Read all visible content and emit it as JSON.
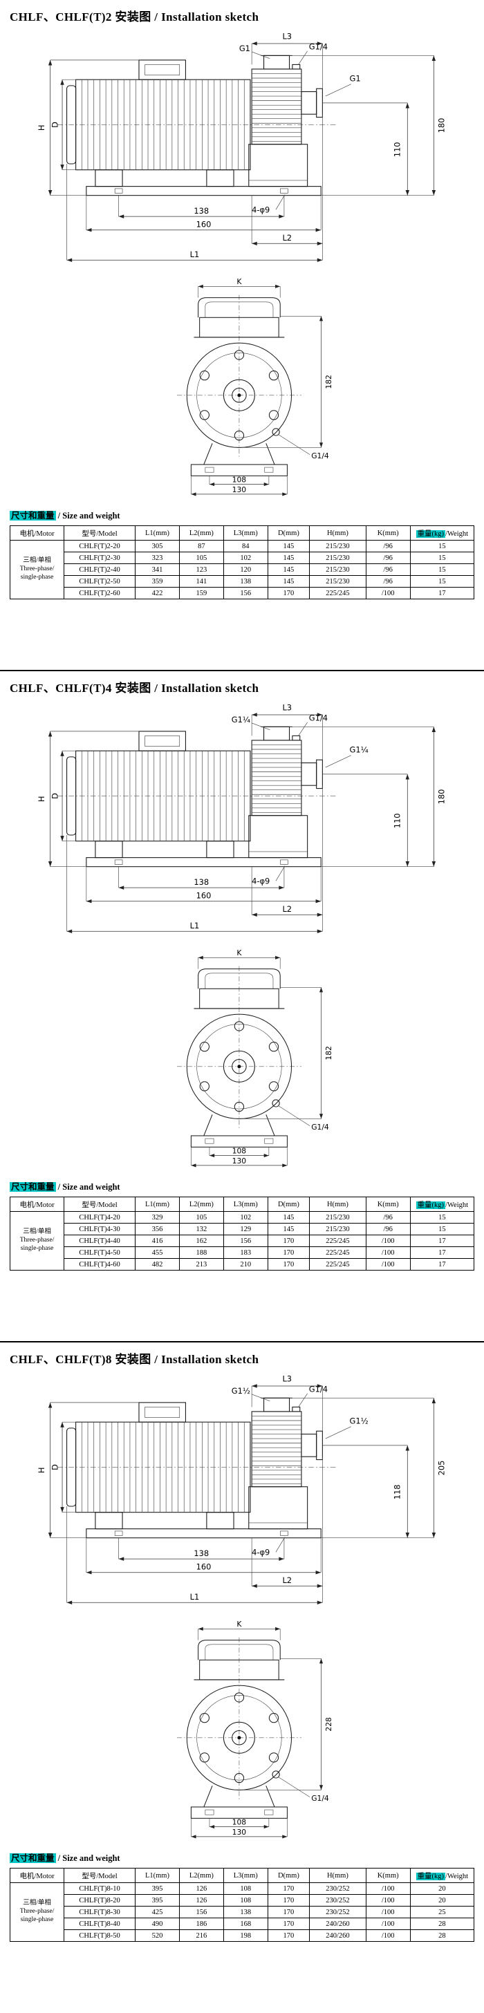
{
  "page": {
    "background": "#ffffff",
    "highlight_color": "#00c6c6",
    "line_color": "#1a1a1a"
  },
  "sections": [
    {
      "title": "CHLF、CHLF(T)2 安装图 / Installation sketch",
      "table_label": {
        "hl": "尺寸和重量",
        "rest": " / Size and weight"
      },
      "drawing": {
        "side": {
          "l3": "L3",
          "port_top_a": "G1",
          "port_top_b": "G1/4",
          "port_side": "G1",
          "dim_outer": "180",
          "dim_inner": "110",
          "holes": "4-φ9",
          "dim_bolt": "138",
          "dim_base": "160",
          "l2": "L2",
          "l1": "L1",
          "h": "H",
          "d": "D"
        },
        "front": {
          "k": "K",
          "dim_front": "182",
          "front_port": "G1/4",
          "dim_front_bolt": "108",
          "dim_front_base": "130"
        }
      },
      "table": {
        "headers": [
          {
            "hl": "",
            "text": "电机/Motor"
          },
          {
            "hl": "",
            "text": "型号/Model"
          },
          {
            "hl": "",
            "text": "L1(mm)"
          },
          {
            "hl": "",
            "text": "L2(mm)"
          },
          {
            "hl": "",
            "text": "L3(mm)"
          },
          {
            "hl": "",
            "text": "D(mm)"
          },
          {
            "hl": "",
            "text": "H(mm)"
          },
          {
            "hl": "",
            "text": "K(mm)"
          },
          {
            "hl": "重量(kg)",
            "text": "/Weight"
          }
        ],
        "motor": [
          "三相/单相",
          "Three-phase/",
          "single-phase"
        ],
        "rows": [
          {
            "model": "CHLF(T)2-20",
            "values": [
              "305",
              "87",
              "84",
              "145",
              "215/230",
              "/96",
              "15"
            ]
          },
          {
            "model": "CHLF(T)2-30",
            "values": [
              "323",
              "105",
              "102",
              "145",
              "215/230",
              "/96",
              "15"
            ]
          },
          {
            "model": "CHLF(T)2-40",
            "values": [
              "341",
              "123",
              "120",
              "145",
              "215/230",
              "/96",
              "15"
            ]
          },
          {
            "model": "CHLF(T)2-50",
            "values": [
              "359",
              "141",
              "138",
              "145",
              "215/230",
              "/96",
              "15"
            ]
          },
          {
            "model": "CHLF(T)2-60",
            "values": [
              "422",
              "159",
              "156",
              "170",
              "225/245",
              "/100",
              "17"
            ]
          }
        ]
      }
    },
    {
      "title": "CHLF、CHLF(T)4 安装图 / Installation sketch",
      "table_label": {
        "hl": "尺寸和重量",
        "rest": " / Size and weight"
      },
      "drawing": {
        "side": {
          "l3": "L3",
          "port_top_a": "G1¼",
          "port_top_b": "G1/4",
          "port_side": "G1¼",
          "dim_outer": "180",
          "dim_inner": "110",
          "holes": "4-φ9",
          "dim_bolt": "138",
          "dim_base": "160",
          "l2": "L2",
          "l1": "L1",
          "h": "H",
          "d": "D"
        },
        "front": {
          "k": "K",
          "dim_front": "182",
          "front_port": "G1/4",
          "dim_front_bolt": "108",
          "dim_front_base": "130"
        }
      },
      "table": {
        "headers": [
          {
            "hl": "",
            "text": "电机/Motor"
          },
          {
            "hl": "",
            "text": "型号/Model"
          },
          {
            "hl": "",
            "text": "L1(mm)"
          },
          {
            "hl": "",
            "text": "L2(mm)"
          },
          {
            "hl": "",
            "text": "L3(mm)"
          },
          {
            "hl": "",
            "text": "D(mm)"
          },
          {
            "hl": "",
            "text": "H(mm)"
          },
          {
            "hl": "",
            "text": "K(mm)"
          },
          {
            "hl": "重量(kg)",
            "text": "/Weight"
          }
        ],
        "motor": [
          "三相/单相",
          "Three-phase/",
          "single-phase"
        ],
        "rows": [
          {
            "model": "CHLF(T)4-20",
            "values": [
              "329",
              "105",
              "102",
              "145",
              "215/230",
              "/96",
              "15"
            ]
          },
          {
            "model": "CHLF(T)4-30",
            "values": [
              "356",
              "132",
              "129",
              "145",
              "215/230",
              "/96",
              "15"
            ]
          },
          {
            "model": "CHLF(T)4-40",
            "values": [
              "416",
              "162",
              "156",
              "170",
              "225/245",
              "/100",
              "17"
            ]
          },
          {
            "model": "CHLF(T)4-50",
            "values": [
              "455",
              "188",
              "183",
              "170",
              "225/245",
              "/100",
              "17"
            ]
          },
          {
            "model": "CHLF(T)4-60",
            "values": [
              "482",
              "213",
              "210",
              "170",
              "225/245",
              "/100",
              "17"
            ]
          }
        ]
      }
    },
    {
      "title": "CHLF、CHLF(T)8 安装图 / Installation sketch",
      "table_label": {
        "hl": "尺寸和重量",
        "rest": " / Size and weight"
      },
      "drawing": {
        "side": {
          "l3": "L3",
          "port_top_a": "G1½",
          "port_top_b": "G1/4",
          "port_side": "G1½",
          "dim_outer": "205",
          "dim_inner": "118",
          "holes": "4-φ9",
          "dim_bolt": "138",
          "dim_base": "160",
          "l2": "L2",
          "l1": "L1",
          "h": "H",
          "d": "D"
        },
        "front": {
          "k": "K",
          "dim_front": "228",
          "front_port": "G1/4",
          "dim_front_bolt": "108",
          "dim_front_base": "130"
        }
      },
      "table": {
        "headers": [
          {
            "hl": "",
            "text": "电机/Motor"
          },
          {
            "hl": "",
            "text": "型号/Model"
          },
          {
            "hl": "",
            "text": "L1(mm)"
          },
          {
            "hl": "",
            "text": "L2(mm)"
          },
          {
            "hl": "",
            "text": "L3(mm)"
          },
          {
            "hl": "",
            "text": "D(mm)"
          },
          {
            "hl": "",
            "text": "H(mm)"
          },
          {
            "hl": "",
            "text": "K(mm)"
          },
          {
            "hl": "重量(kg)",
            "text": "/Weight"
          }
        ],
        "motor": [
          "三相/单相",
          "Three-phase/",
          "single-phase"
        ],
        "rows": [
          {
            "model": "CHLF(T)8-10",
            "values": [
              "395",
              "126",
              "108",
              "170",
              "230/252",
              "/100",
              "20"
            ]
          },
          {
            "model": "CHLF(T)8-20",
            "values": [
              "395",
              "126",
              "108",
              "170",
              "230/252",
              "/100",
              "20"
            ]
          },
          {
            "model": "CHLF(T)8-30",
            "values": [
              "425",
              "156",
              "138",
              "170",
              "230/252",
              "/100",
              "25"
            ]
          },
          {
            "model": "CHLF(T)8-40",
            "values": [
              "490",
              "186",
              "168",
              "170",
              "240/260",
              "/100",
              "28"
            ]
          },
          {
            "model": "CHLF(T)8-50",
            "values": [
              "520",
              "216",
              "198",
              "170",
              "240/260",
              "/100",
              "28"
            ]
          }
        ]
      }
    }
  ]
}
